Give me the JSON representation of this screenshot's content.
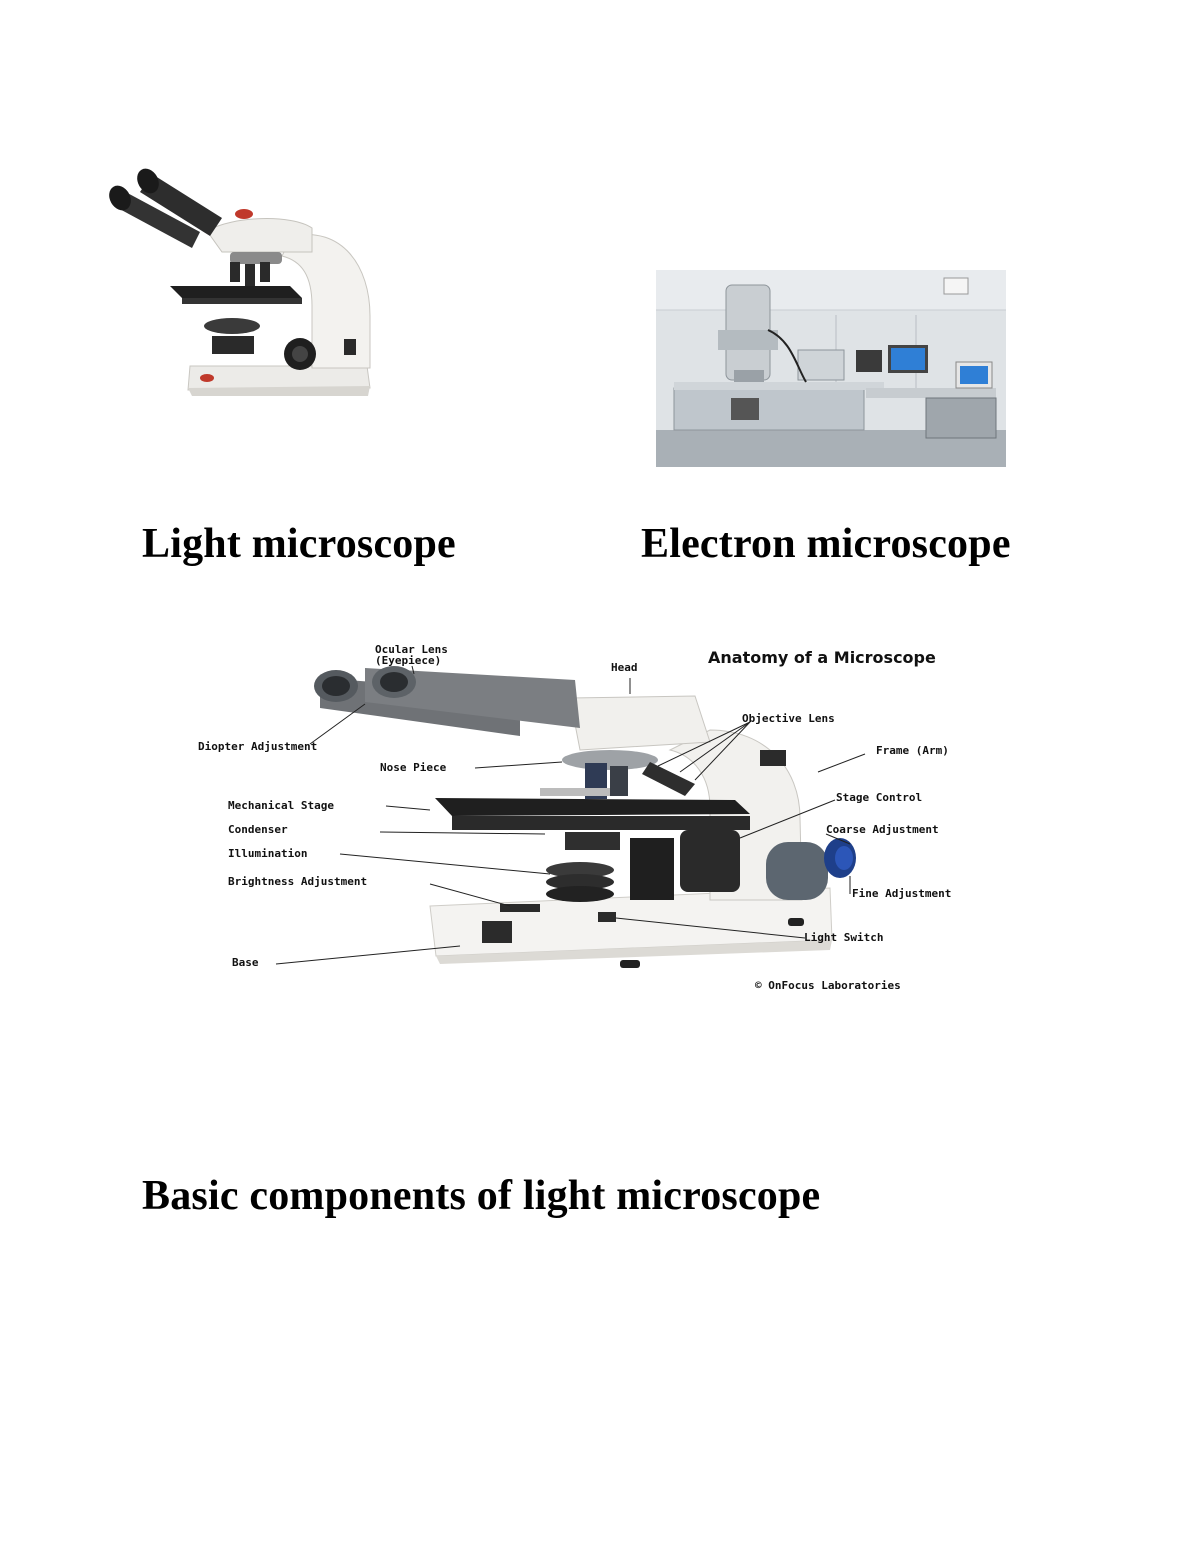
{
  "captions": {
    "light": "Light microscope",
    "electron": "Electron microscope",
    "components": "Basic components of light microscope"
  },
  "diagram": {
    "title": "Anatomy of a Microscope",
    "copyright": "© OnFocus Laboratories",
    "labels": {
      "ocular_line1": "Ocular Lens",
      "ocular_line2": "(Eyepiece)",
      "head": "Head",
      "diopter": "Diopter Adjustment",
      "objective": "Objective Lens",
      "frame": "Frame (Arm)",
      "nose": "Nose Piece",
      "stage": "Mechanical Stage",
      "stage_control": "Stage Control",
      "condenser": "Condenser",
      "coarse": "Coarse Adjustment",
      "illumination": "Illumination",
      "brightness": "Brightness Adjustment",
      "fine": "Fine Adjustment",
      "light_switch": "Light Switch",
      "base": "Base"
    }
  },
  "colors": {
    "scope_body": "#f1f0ee",
    "scope_dark": "#2b2b2b",
    "lab_wall": "#dfe3e6",
    "lab_console": "#bfc6cc",
    "monitor_blue": "#2f7fd6",
    "knob_blue": "#1e3f8a"
  }
}
